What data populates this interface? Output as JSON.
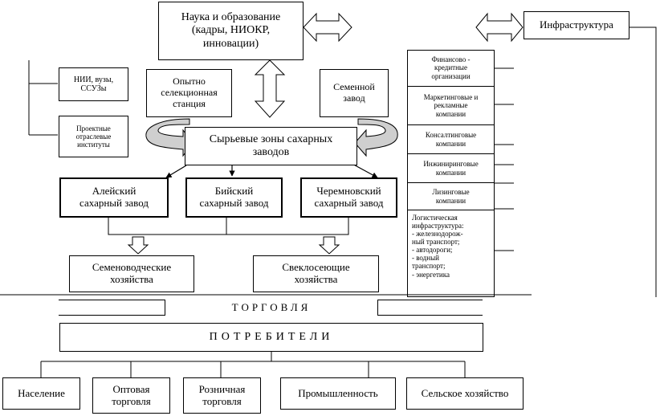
{
  "nodes": {
    "science": "Наука и образование\n(кадры, НИОКР,\nинновации)",
    "infrastructure": "Инфраструктура",
    "nii": "НИИ, вузы,\nССУЗы",
    "design_institutes": "Проектные\nотраслевые\nинституты",
    "selection_station": "Опытно\nселекционная\nстанция",
    "seed_plant": "Семенной\nзавод",
    "raw_zones": "Сырьевые зоны сахарных\nзаводов",
    "aleysky": "Алейский\nсахарный завод",
    "biysky": "Бийский\nсахарный завод",
    "cheremnovsky": "Черемновский\nсахарный завод",
    "seed_farms": "Семеноводческие\nхозяйства",
    "beet_farms": "Свеклосеющие\nхозяйства",
    "trade": "ТОРГОВЛЯ",
    "consumers": "ПОТРЕБИТЕЛИ"
  },
  "infrastructure_items": [
    "Финансово -\nкредитные\nорганизации",
    "Маркетинговые и\nрекламные\nкомпании",
    "Консалтинговые\nкомпании",
    "Инжиниринговые\nкомпании",
    "Лизинговые\nкомпании",
    "Логистическая\nинфраструктура:\n- железнодорож-\nный транспорт;\n- автодороги;\n- водный\nтранспорт;\n- энергетика"
  ],
  "consumer_groups": [
    "Население",
    "Оптовая\nторговля",
    "Розничная\nторговля",
    "Промышленность",
    "Сельское хозяйство"
  ]
}
